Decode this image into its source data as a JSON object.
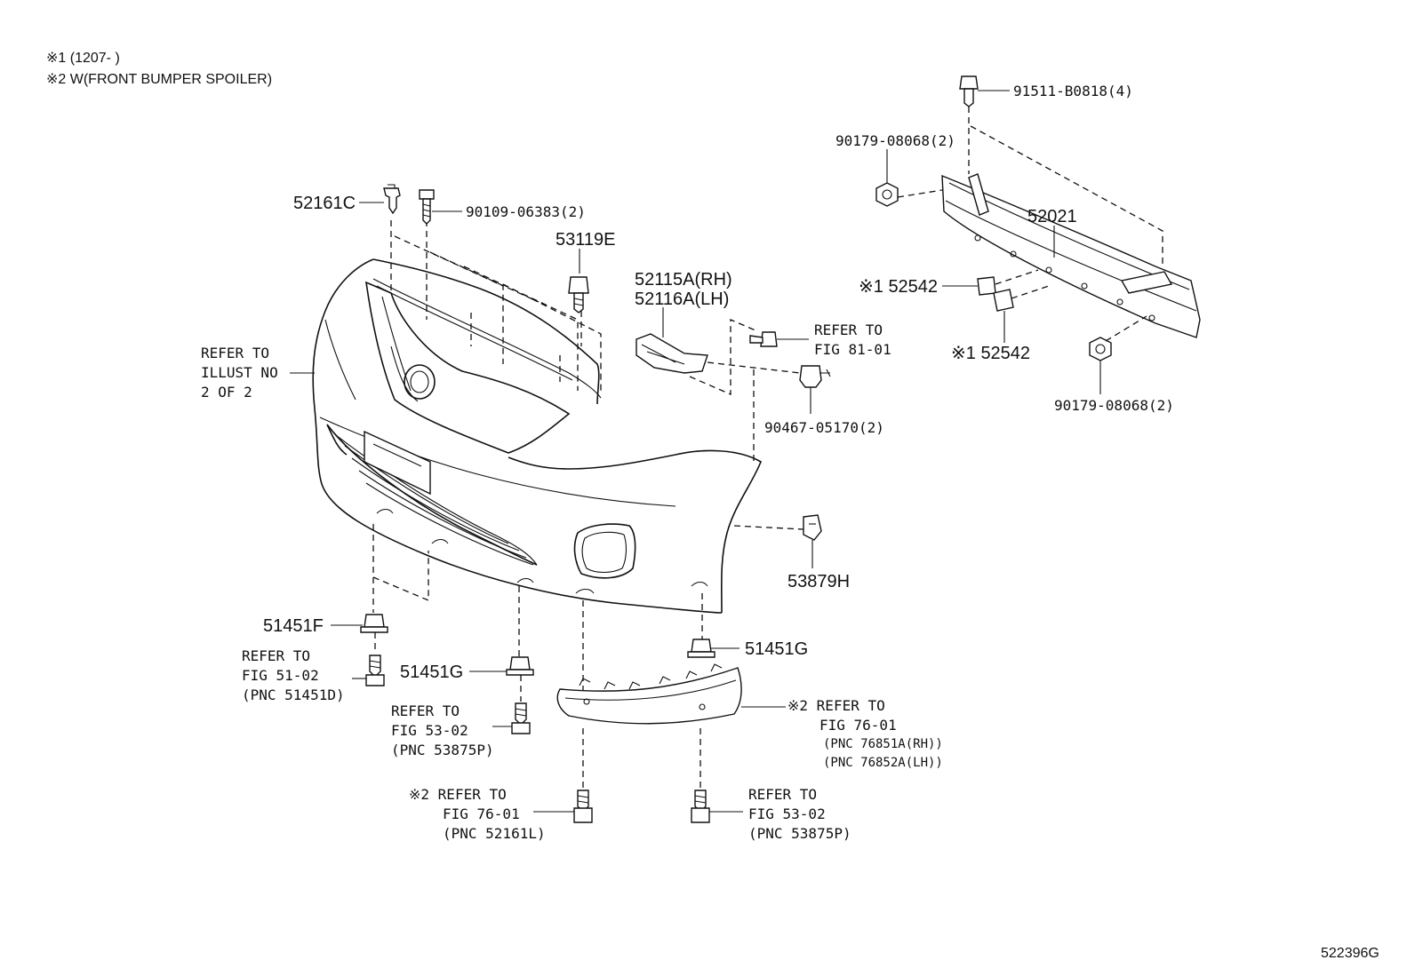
{
  "notes": {
    "note1": "※1 (1207-       )",
    "note2": "※2 W(FRONT BUMPER SPOILER)"
  },
  "labels": {
    "p52161C": "52161C",
    "p90109": "90109-06383(2)",
    "p53119E": "53119E",
    "p52115A": "52115A(RH)",
    "p52116A": "52116A(LH)",
    "refer_81_l1": "REFER TO",
    "refer_81_l2": "FIG 81-01",
    "p90467": "90467-05170(2)",
    "p91511": "91511-B0818(4)",
    "p90179_top": "90179-08068(2)",
    "p52021": "52021",
    "p52542_a": "※1 52542",
    "p52542_b": "※1 52542",
    "p90179_bot": "90179-08068(2)",
    "illust_l1": "REFER TO",
    "illust_l2": "ILLUST NO",
    "illust_l3": "2 OF 2",
    "p53879H": "53879H",
    "p51451F": "51451F",
    "p51451G_mid": "51451G",
    "p51451G_right": "51451G",
    "r51_l1": "REFER TO",
    "r51_l2": "FIG 51-02",
    "r51_l3": "(PNC 51451D)",
    "r53_left_l1": "REFER TO",
    "r53_left_l2": "FIG 53-02",
    "r53_left_l3": "(PNC 53875P)",
    "r76_spoiler_l1": "※2 REFER TO",
    "r76_spoiler_l2": "FIG 76-01",
    "r76_spoiler_l3": "(PNC 76851A(RH))",
    "r76_spoiler_l4": "(PNC 76852A(LH))",
    "r76_bottom_l1": "※2 REFER TO",
    "r76_bottom_l2": "FIG 76-01",
    "r76_bottom_l3": "(PNC 52161L)",
    "r53_right_l1": "REFER TO",
    "r53_right_l2": "FIG 53-02",
    "r53_right_l3": "(PNC 53875P)",
    "figure_id": "522396G"
  }
}
